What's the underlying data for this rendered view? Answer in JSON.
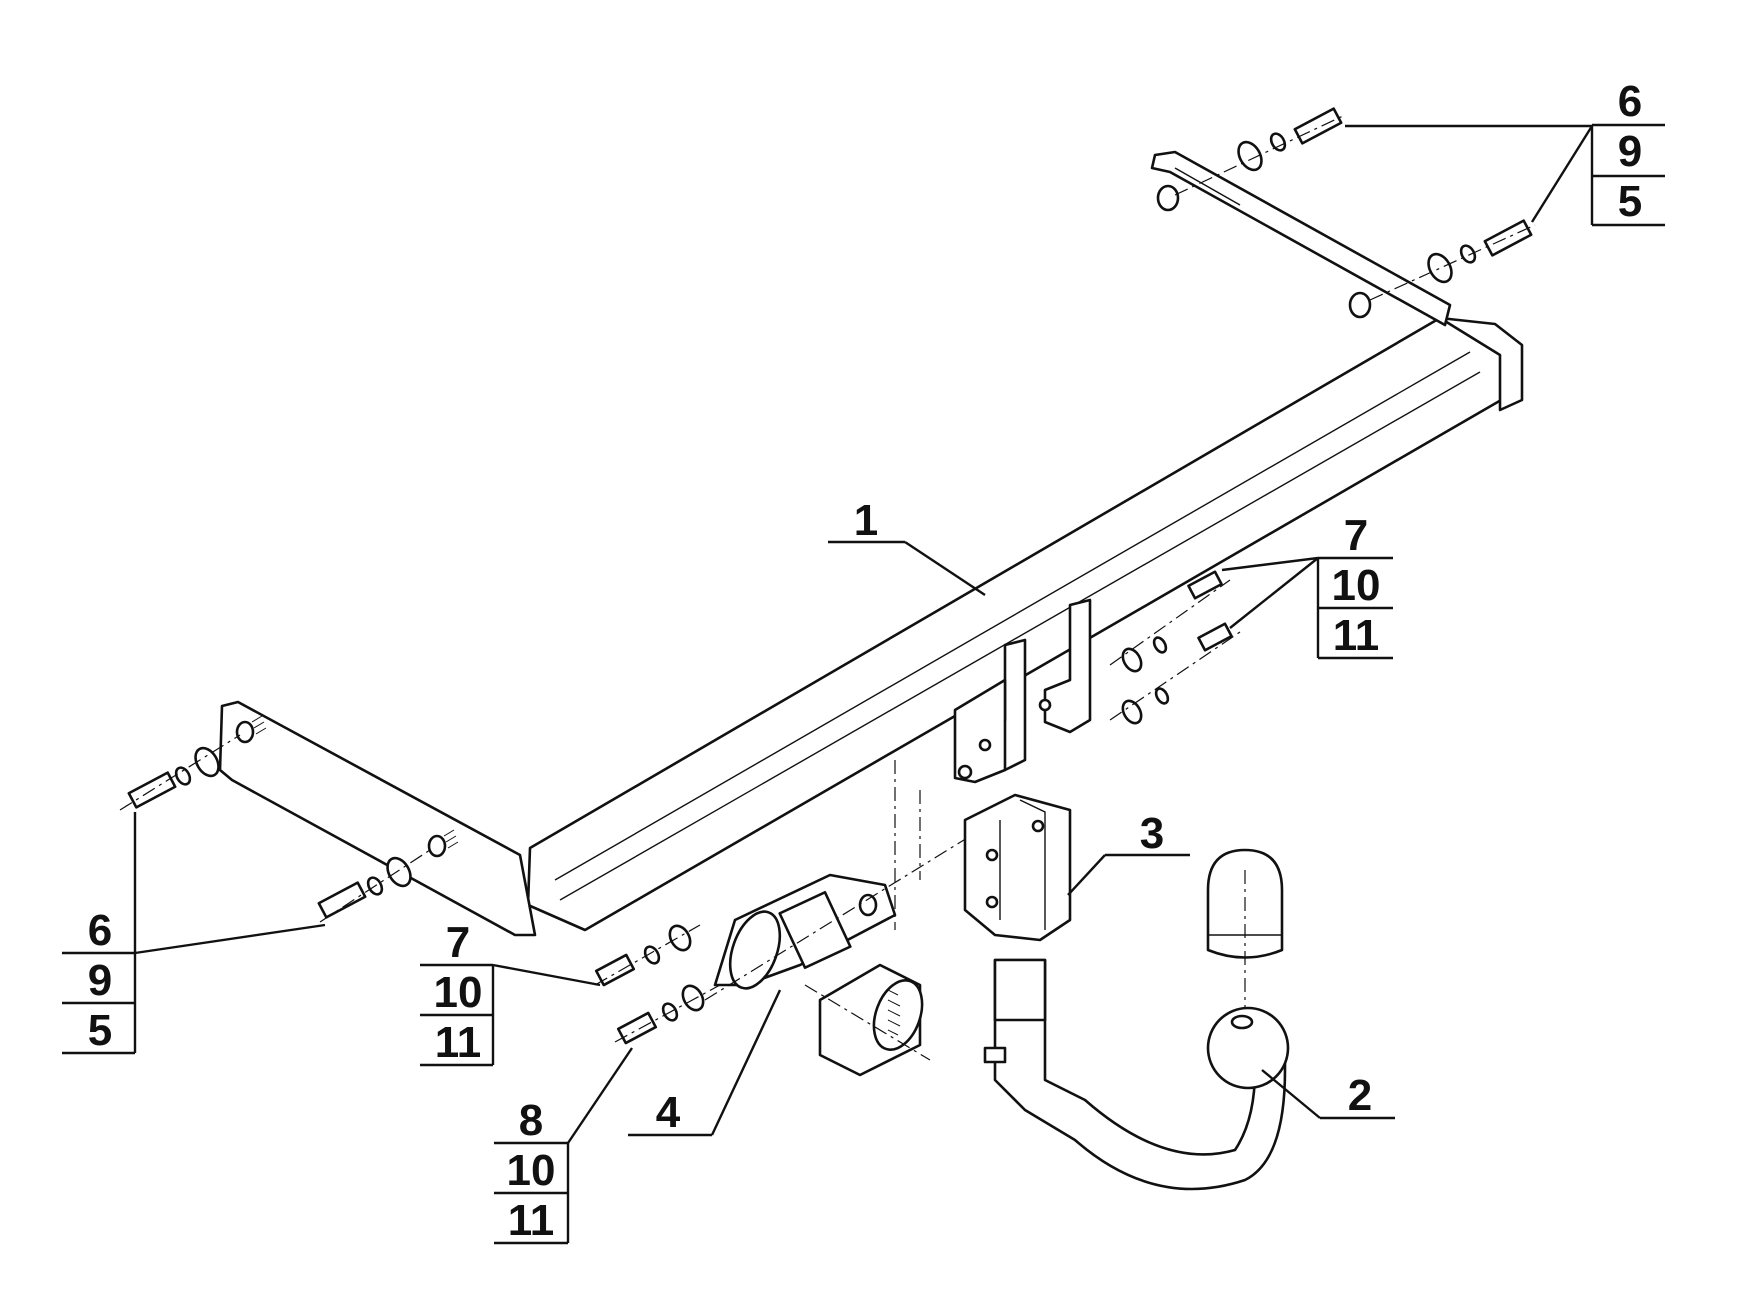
{
  "callouts": [
    {
      "id": "1",
      "lines": [
        "1"
      ]
    },
    {
      "id": "2",
      "lines": [
        "2"
      ]
    },
    {
      "id": "3",
      "lines": [
        "3"
      ]
    },
    {
      "id": "4",
      "lines": [
        "4"
      ]
    },
    {
      "id": "top-right",
      "lines": [
        "6",
        "9",
        "5"
      ]
    },
    {
      "id": "mid-right",
      "lines": [
        "7",
        "10",
        "11"
      ]
    },
    {
      "id": "left",
      "lines": [
        "6",
        "9",
        "5"
      ]
    },
    {
      "id": "mid-left",
      "lines": [
        "7",
        "10",
        "11"
      ]
    },
    {
      "id": "bottom-left",
      "lines": [
        "8",
        "10",
        "11"
      ]
    }
  ],
  "colors": {
    "ink": "#111111",
    "paper": "#ffffff"
  }
}
